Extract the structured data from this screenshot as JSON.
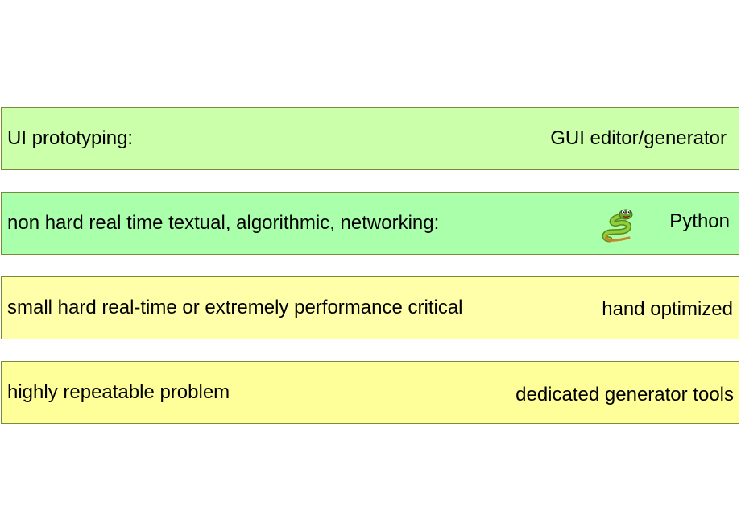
{
  "bands": [
    {
      "left_text": "UI prototyping:",
      "right_text": "GUI editor/generator",
      "fill": "#ccffaa"
    },
    {
      "left_text": "non hard real time textual, algorithmic, networking:",
      "right_text": "Python",
      "fill": "#aaffaa",
      "icon": "python-snake-icon"
    },
    {
      "left_text": "small hard real-time or extremely performance critical",
      "right_text": "hand optimized",
      "fill": "#ffffaa"
    },
    {
      "left_text": "highly repeatable problem",
      "right_text": "dedicated generator tools",
      "fill": "#ffff99"
    }
  ]
}
